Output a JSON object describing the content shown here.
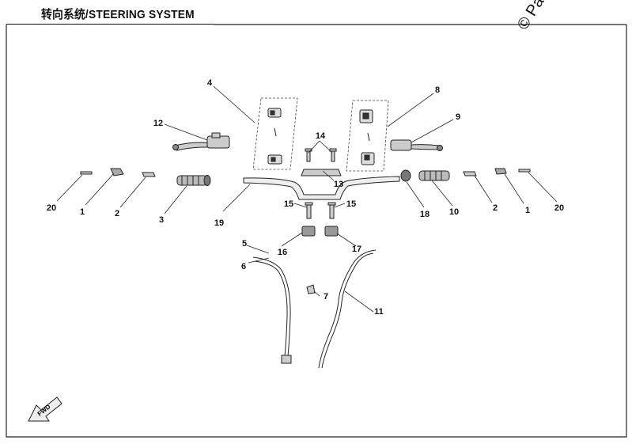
{
  "title": "转向系统/STEERING SYSTEM",
  "watermark": "© Partzilla.com",
  "direction_arrow_label": "FWD",
  "callouts": [
    {
      "id": "c4",
      "label": "4"
    },
    {
      "id": "c8",
      "label": "8"
    },
    {
      "id": "c12",
      "label": "12"
    },
    {
      "id": "c9",
      "label": "9"
    },
    {
      "id": "c14",
      "label": "14"
    },
    {
      "id": "c13",
      "label": "13"
    },
    {
      "id": "c20L",
      "label": "20"
    },
    {
      "id": "c1L",
      "label": "1"
    },
    {
      "id": "c2L",
      "label": "2"
    },
    {
      "id": "c3",
      "label": "3"
    },
    {
      "id": "c19",
      "label": "19"
    },
    {
      "id": "c15L",
      "label": "15"
    },
    {
      "id": "c15R",
      "label": "15"
    },
    {
      "id": "c16",
      "label": "16"
    },
    {
      "id": "c17",
      "label": "17"
    },
    {
      "id": "c18",
      "label": "18"
    },
    {
      "id": "c10",
      "label": "10"
    },
    {
      "id": "c2R",
      "label": "2"
    },
    {
      "id": "c1R",
      "label": "1"
    },
    {
      "id": "c20R",
      "label": "20"
    },
    {
      "id": "c5",
      "label": "5"
    },
    {
      "id": "c6",
      "label": "6"
    },
    {
      "id": "c7",
      "label": "7"
    },
    {
      "id": "c11",
      "label": "11"
    }
  ]
}
